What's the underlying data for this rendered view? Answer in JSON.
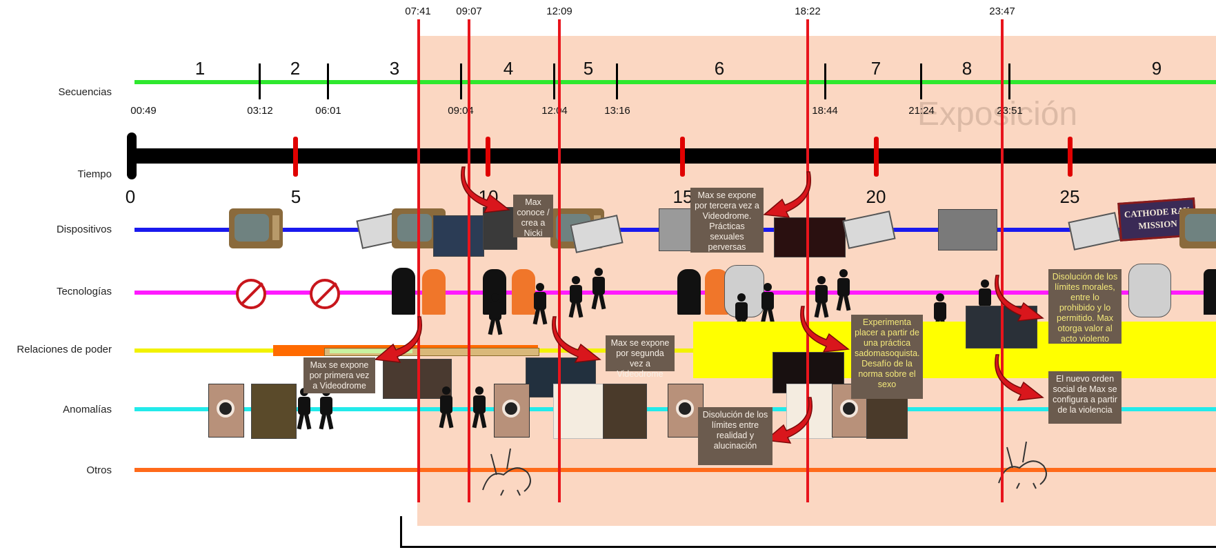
{
  "rows": [
    {
      "key": "secuencias",
      "label": "Secuencias",
      "color": "#2ee82e"
    },
    {
      "key": "tiempo",
      "label": "Tiempo",
      "color": "#000000"
    },
    {
      "key": "dispositivos",
      "label": "Dispositivos",
      "color": "#1a1aee"
    },
    {
      "key": "tecnologias",
      "label": "Tecnologías",
      "color": "#ff1aff"
    },
    {
      "key": "relaciones",
      "label": "Relaciones de poder",
      "color": "#f2f200"
    },
    {
      "key": "anomalias",
      "label": "Anomalías",
      "color": "#22eaea"
    },
    {
      "key": "otros",
      "label": "Otros",
      "color": "#ff6a1a"
    }
  ],
  "section_label": "Exposición",
  "sequences": {
    "numbers": [
      "1",
      "2",
      "3",
      "4",
      "5",
      "6",
      "7",
      "8",
      "9"
    ],
    "boundaries": [
      "00:49",
      "03:12",
      "06:01",
      "09:04",
      "12:04",
      "13:16",
      "18:44",
      "21:24",
      "23:51"
    ]
  },
  "time_ticks": [
    "0",
    "5",
    "10",
    "15",
    "20",
    "25"
  ],
  "markers": [
    "07:41",
    "09:07",
    "12:09",
    "18:22",
    "23:47"
  ],
  "captions": {
    "c1": "Max se expone por primera vez a Videodrome",
    "c2": "Max conoce / crea a Nicki",
    "c3": "Max se expone por segunda vez a Videodrome",
    "c4": "Max se expone por tercera vez a Videodrome. Prácticas sexuales perversas",
    "c5": "Disolución de los límites entre realidad y alucinación",
    "c6": "Experimenta placer a partir de una práctica sadomasoquista. Desafío de la norma sobre el sexo",
    "c7": "Disolución de los límites morales, entre lo prohibido y lo permitido. Max otorga valor al acto violento",
    "c8": "El nuevo orden social de Max se configura a partir de la violencia"
  },
  "sign_text": "CATHODE RAY MISSION",
  "colors": {
    "marker": "#e8141c",
    "tick": "#e00000",
    "exposition_bg": "#fbd7c2",
    "caption_bg": "#6b5b4e",
    "arrow": "#d9161c"
  }
}
